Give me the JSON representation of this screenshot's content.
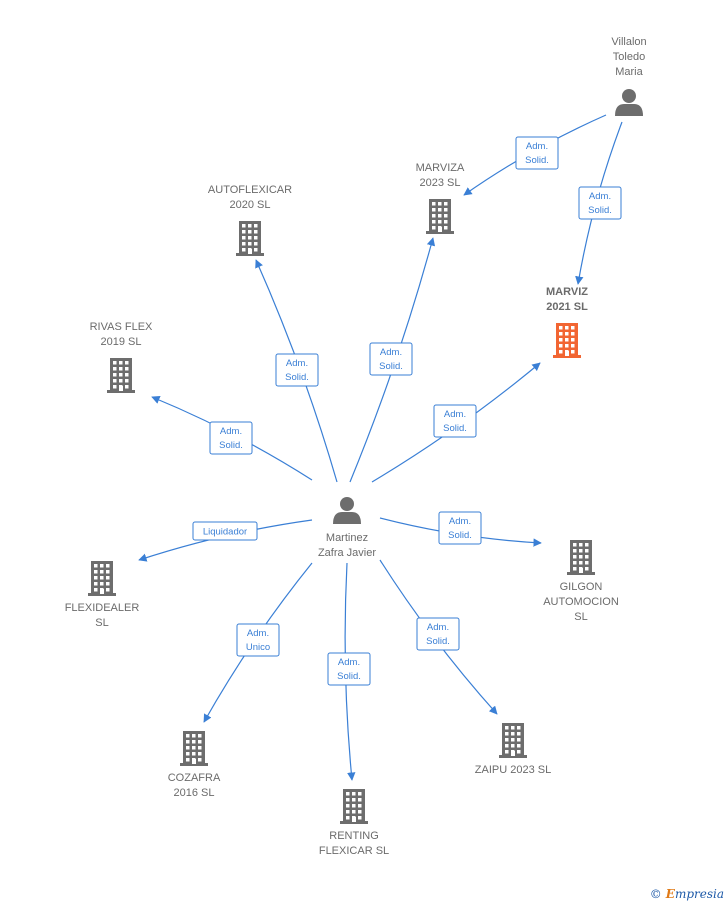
{
  "nodes": [
    {
      "id": "villalon",
      "type": "person",
      "lines": [
        "Villalon",
        "Toledo",
        "Maria"
      ],
      "label_pos": "above",
      "focus": false
    },
    {
      "id": "martinez",
      "type": "person",
      "lines": [
        "Martinez",
        "Zafra Javier"
      ],
      "label_pos": "below",
      "focus": false
    },
    {
      "id": "marviza",
      "type": "company",
      "lines": [
        "MARVIZA",
        "2023  SL"
      ],
      "label_pos": "above",
      "focus": false
    },
    {
      "id": "marviz",
      "type": "company",
      "lines": [
        "MARVIZ",
        "2021  SL"
      ],
      "label_pos": "above",
      "focus": true
    },
    {
      "id": "autoflexicar",
      "type": "company",
      "lines": [
        "AUTOFLEXICAR",
        "2020  SL"
      ],
      "label_pos": "above",
      "focus": false
    },
    {
      "id": "rivas",
      "type": "company",
      "lines": [
        "RIVAS FLEX",
        "2019  SL"
      ],
      "label_pos": "above",
      "focus": false
    },
    {
      "id": "flexidealer",
      "type": "company",
      "lines": [
        "FLEXIDEALER",
        "SL"
      ],
      "label_pos": "below",
      "focus": false
    },
    {
      "id": "gilgon",
      "type": "company",
      "lines": [
        "GILGON",
        "AUTOMOCION",
        "SL"
      ],
      "label_pos": "below",
      "focus": false
    },
    {
      "id": "cozafra",
      "type": "company",
      "lines": [
        "COZAFRA",
        "2016  SL"
      ],
      "label_pos": "below",
      "focus": false
    },
    {
      "id": "renting",
      "type": "company",
      "lines": [
        "RENTING",
        "FLEXICAR  SL"
      ],
      "label_pos": "below",
      "focus": false
    },
    {
      "id": "zaipu",
      "type": "company",
      "lines": [
        "ZAIPU 2023  SL"
      ],
      "label_pos": "below",
      "focus": false
    }
  ],
  "edges": [
    {
      "from": "villalon",
      "to": "marviza",
      "label": [
        "Adm.",
        "Solid."
      ]
    },
    {
      "from": "villalon",
      "to": "marviz",
      "label": [
        "Adm.",
        "Solid."
      ]
    },
    {
      "from": "martinez",
      "to": "autoflexicar",
      "label": [
        "Adm.",
        "Solid."
      ]
    },
    {
      "from": "martinez",
      "to": "marviza",
      "label": [
        "Adm.",
        "Solid."
      ]
    },
    {
      "from": "martinez",
      "to": "marviz",
      "label": [
        "Adm.",
        "Solid."
      ]
    },
    {
      "from": "martinez",
      "to": "rivas",
      "label": [
        "Adm.",
        "Solid."
      ]
    },
    {
      "from": "martinez",
      "to": "flexidealer",
      "label": [
        "Liquidador"
      ]
    },
    {
      "from": "martinez",
      "to": "gilgon",
      "label": [
        "Adm.",
        "Solid."
      ]
    },
    {
      "from": "martinez",
      "to": "cozafra",
      "label": [
        "Adm.",
        "Unico"
      ]
    },
    {
      "from": "martinez",
      "to": "renting",
      "label": [
        "Adm.",
        "Solid."
      ]
    },
    {
      "from": "martinez",
      "to": "zaipu",
      "label": [
        "Adm.",
        "Solid."
      ]
    }
  ],
  "colors": {
    "edge": "#3a7fd5",
    "icon": "#6d6d6d",
    "focus_icon": "#f26532",
    "label": "#6b6b6b"
  },
  "brand": {
    "symbol": "©",
    "initial": "E",
    "rest": "mpresia"
  }
}
